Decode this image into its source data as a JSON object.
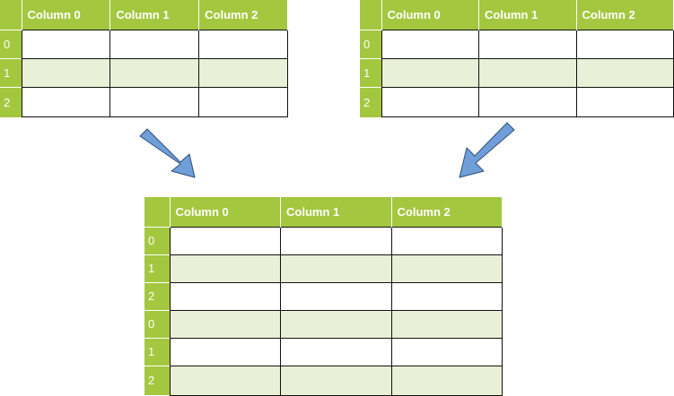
{
  "tables": {
    "left": {
      "columns": [
        "Column 0",
        "Column 1",
        "Column 2"
      ],
      "rows": [
        "0",
        "1",
        "2"
      ]
    },
    "right": {
      "columns": [
        "Column 0",
        "Column 1",
        "Column 2"
      ],
      "rows": [
        "0",
        "1",
        "2"
      ]
    },
    "bottom": {
      "columns": [
        "Column 0",
        "Column 1",
        "Column 2"
      ],
      "rows": [
        "0",
        "1",
        "2",
        "0",
        "1",
        "2"
      ]
    }
  },
  "colors": {
    "header_green": "#a3c73f",
    "alt_row": "#e9f0d7",
    "arrow_fill": "#6f9ed8",
    "arrow_stroke": "#2f4f7a"
  }
}
